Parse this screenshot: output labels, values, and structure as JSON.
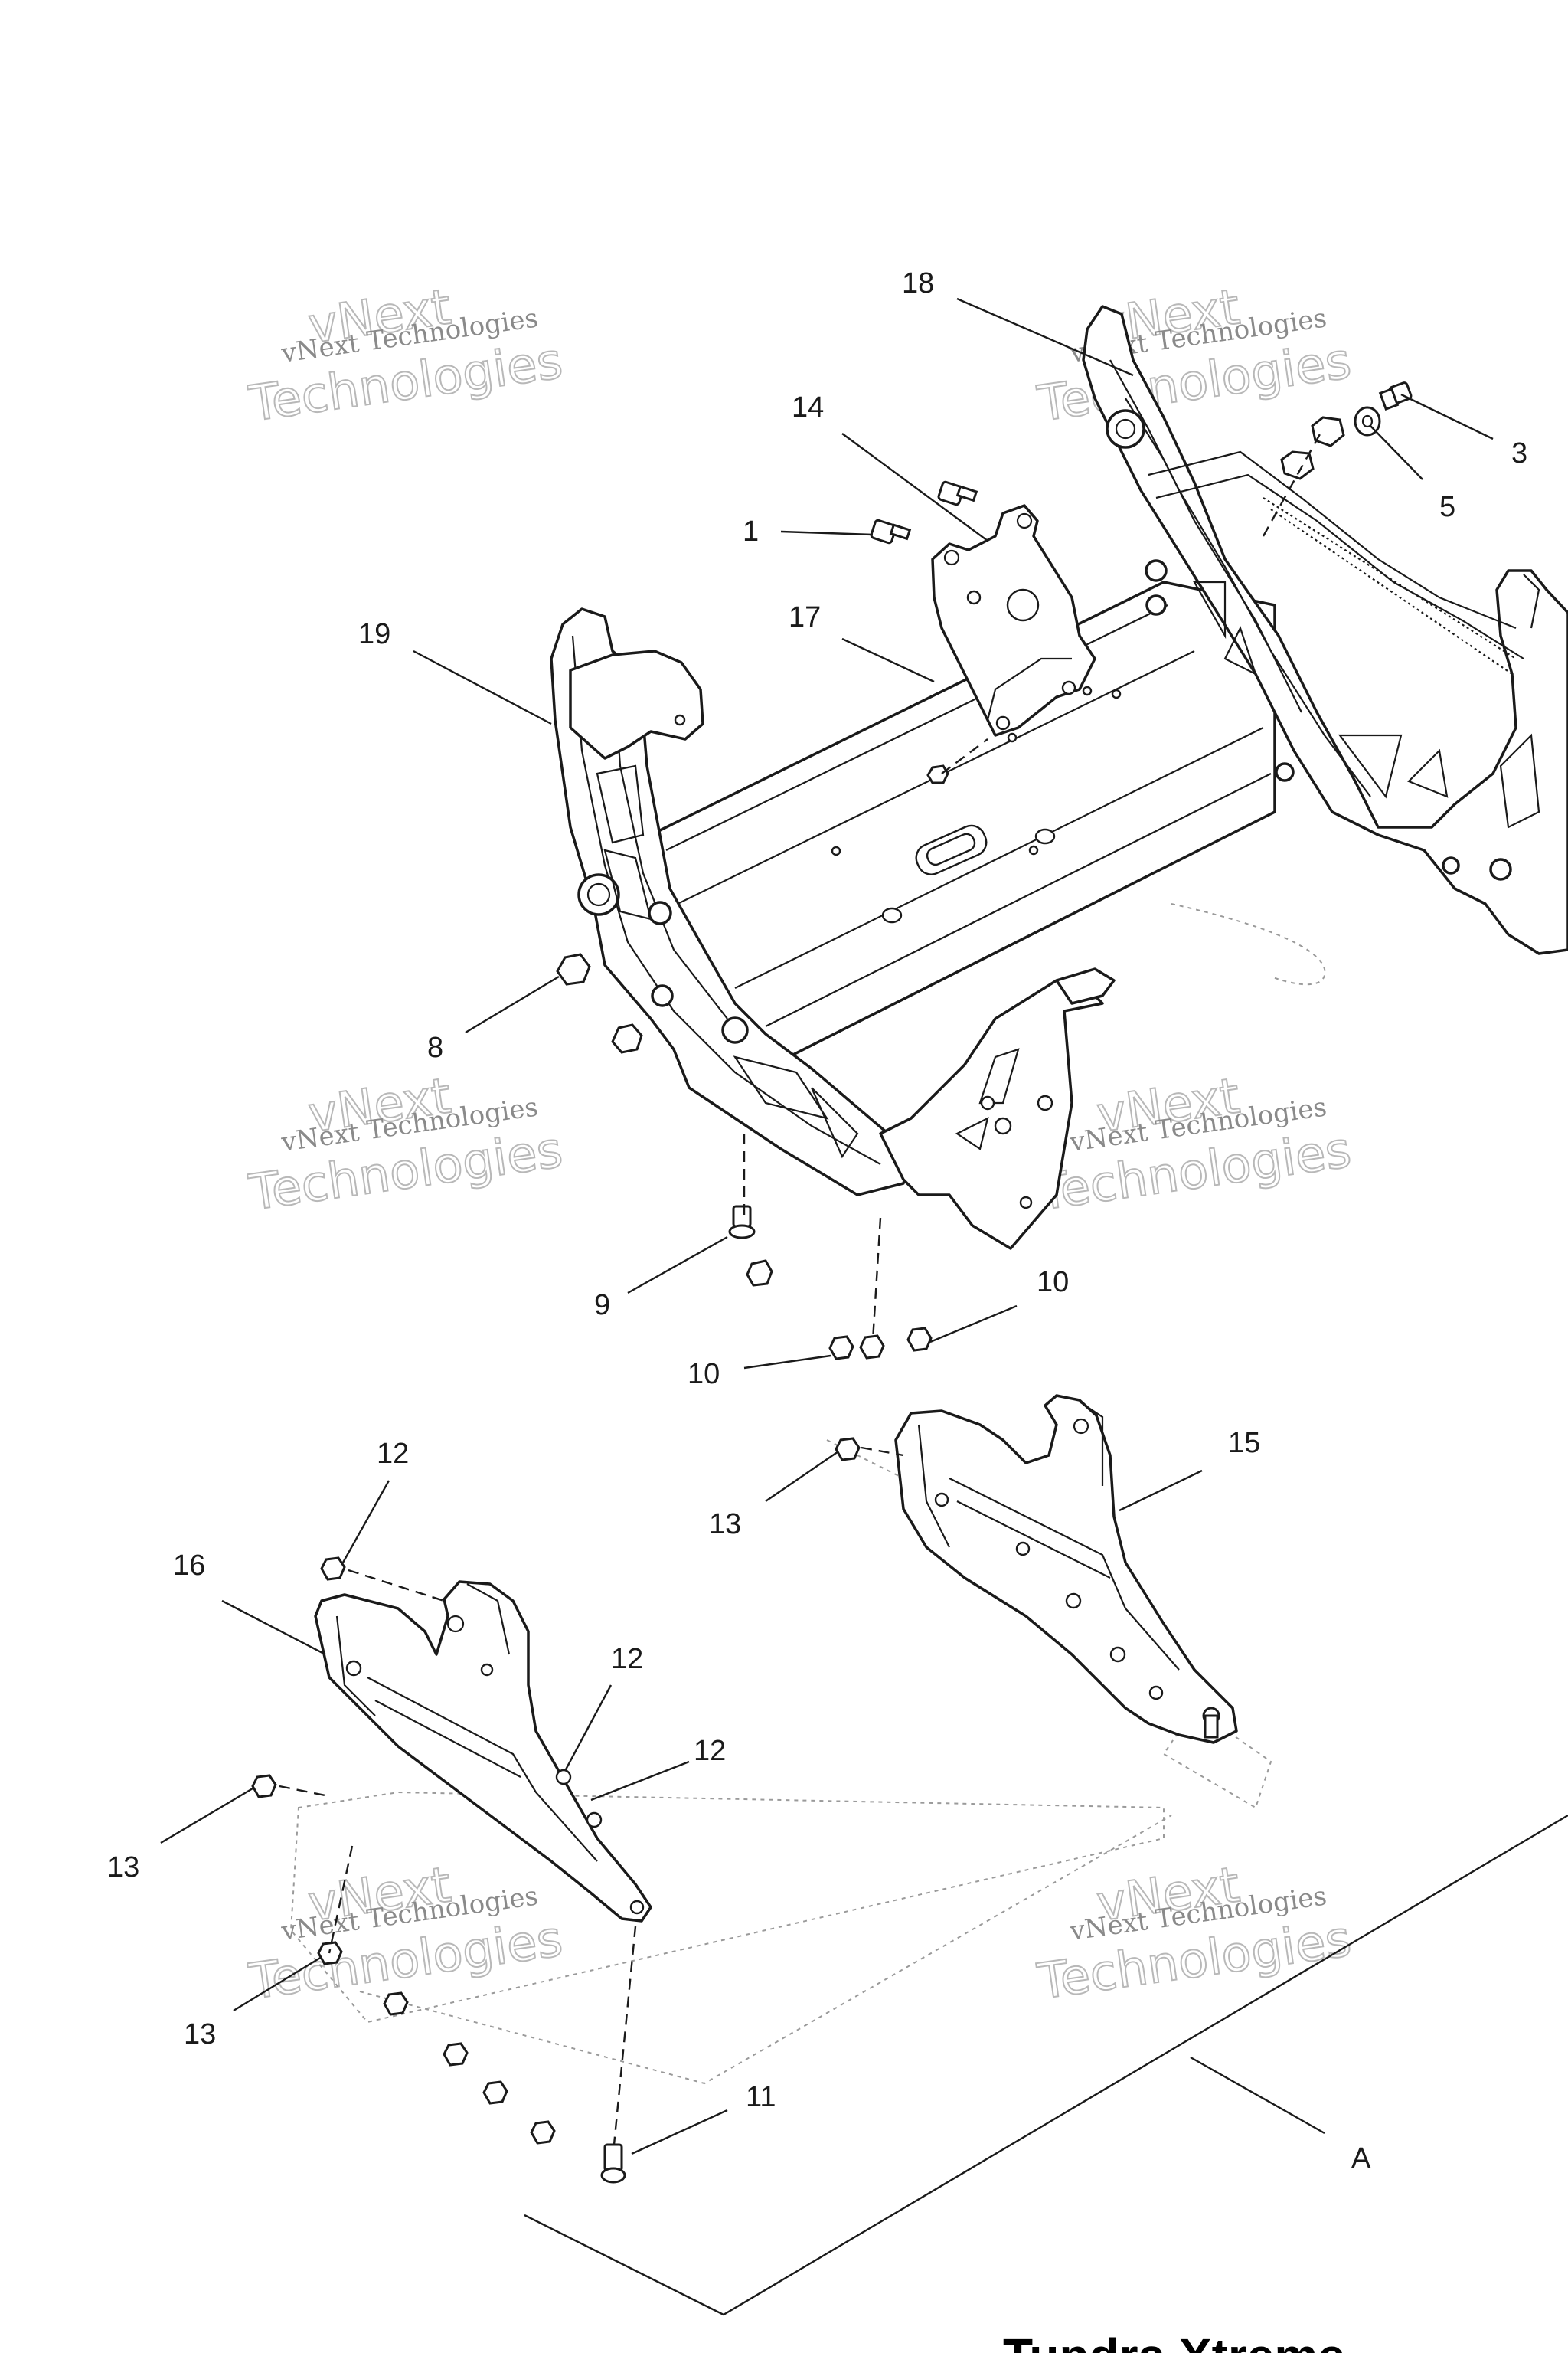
{
  "diagram": {
    "model_title": "Tundra Xtreme",
    "watermark_line1": "vNext Technologies",
    "watermark_line2": "Technologies",
    "watermark_line3": "vNext",
    "callouts": [
      {
        "id": "c18",
        "label": "18"
      },
      {
        "id": "c14",
        "label": "14"
      },
      {
        "id": "c3",
        "label": "3"
      },
      {
        "id": "c5",
        "label": "5"
      },
      {
        "id": "c1",
        "label": "1"
      },
      {
        "id": "c19",
        "label": "19"
      },
      {
        "id": "c17",
        "label": "17"
      },
      {
        "id": "c8",
        "label": "8"
      },
      {
        "id": "c9",
        "label": "9"
      },
      {
        "id": "c10a",
        "label": "10"
      },
      {
        "id": "c10b",
        "label": "10"
      },
      {
        "id": "c12a",
        "label": "12"
      },
      {
        "id": "c15",
        "label": "15"
      },
      {
        "id": "c13a",
        "label": "13"
      },
      {
        "id": "c16",
        "label": "16"
      },
      {
        "id": "c12b",
        "label": "12"
      },
      {
        "id": "c12c",
        "label": "12"
      },
      {
        "id": "c13b",
        "label": "13"
      },
      {
        "id": "c13c",
        "label": "13"
      },
      {
        "id": "c11",
        "label": "11"
      },
      {
        "id": "cA",
        "label": "A"
      }
    ]
  }
}
